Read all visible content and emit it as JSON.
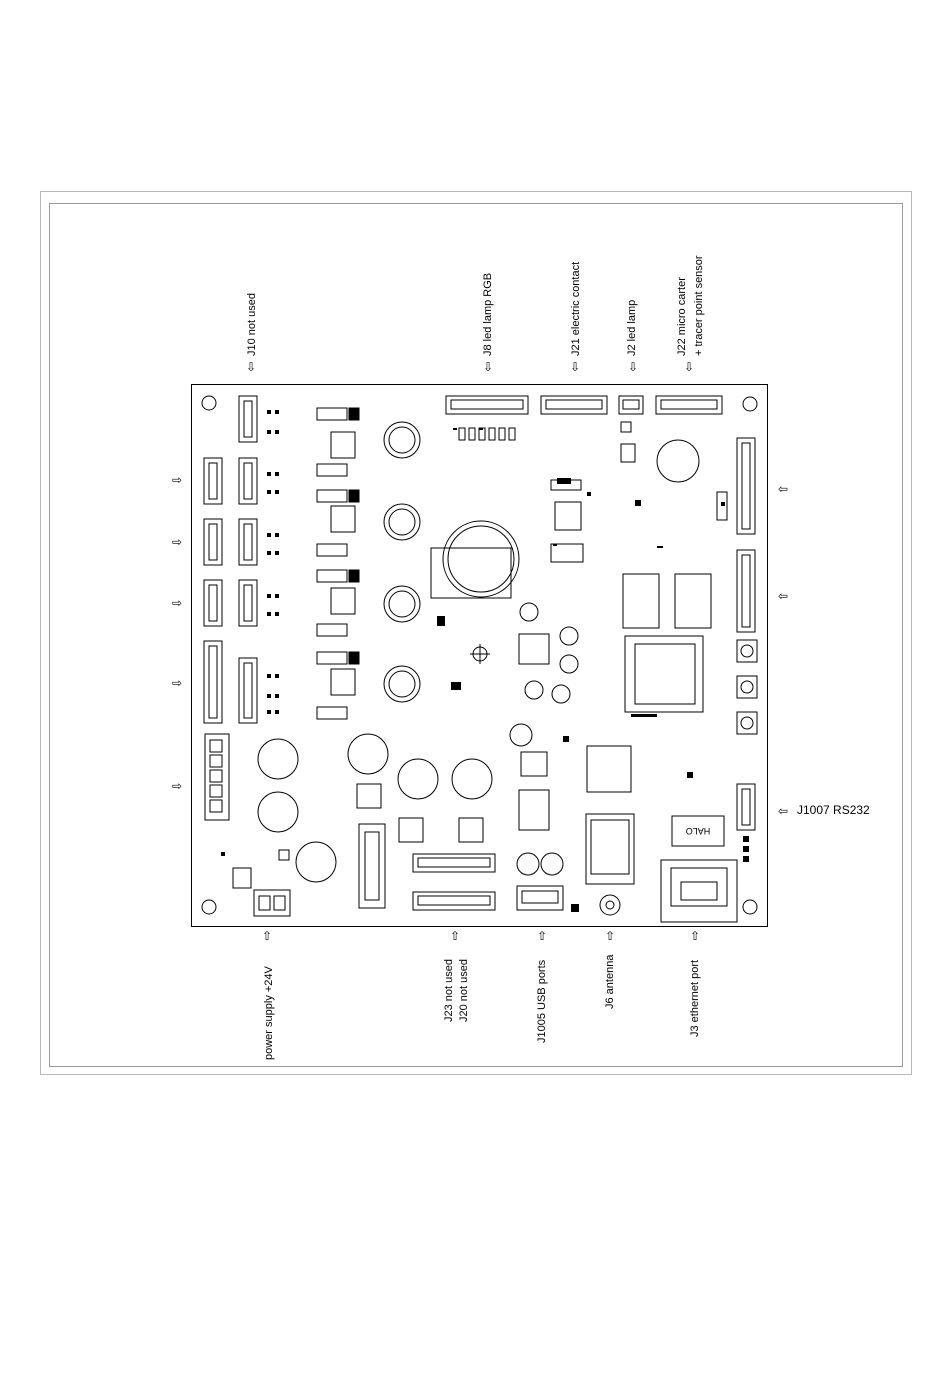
{
  "labels": {
    "j10": "J10 not used",
    "j8": "J8 led lamp RGB",
    "j21": "J21 electric contact",
    "j2": "J2 led lamp",
    "j22_line1": "J22 micro carter",
    "j22_line2": "+ tracer point sensor",
    "j1007": "J1007 RS232",
    "power": "power supply +24V",
    "j23": "J23 not used",
    "j20": "J20 not used",
    "j1005": "J1005 USB ports",
    "j6": "J6 antenna",
    "j3": "J3 ethernet port"
  },
  "chip_marking": "HALO",
  "arrow_glyphs": {
    "up": "⇧",
    "down": "⇩",
    "left": "⇦",
    "right": "⇨"
  }
}
